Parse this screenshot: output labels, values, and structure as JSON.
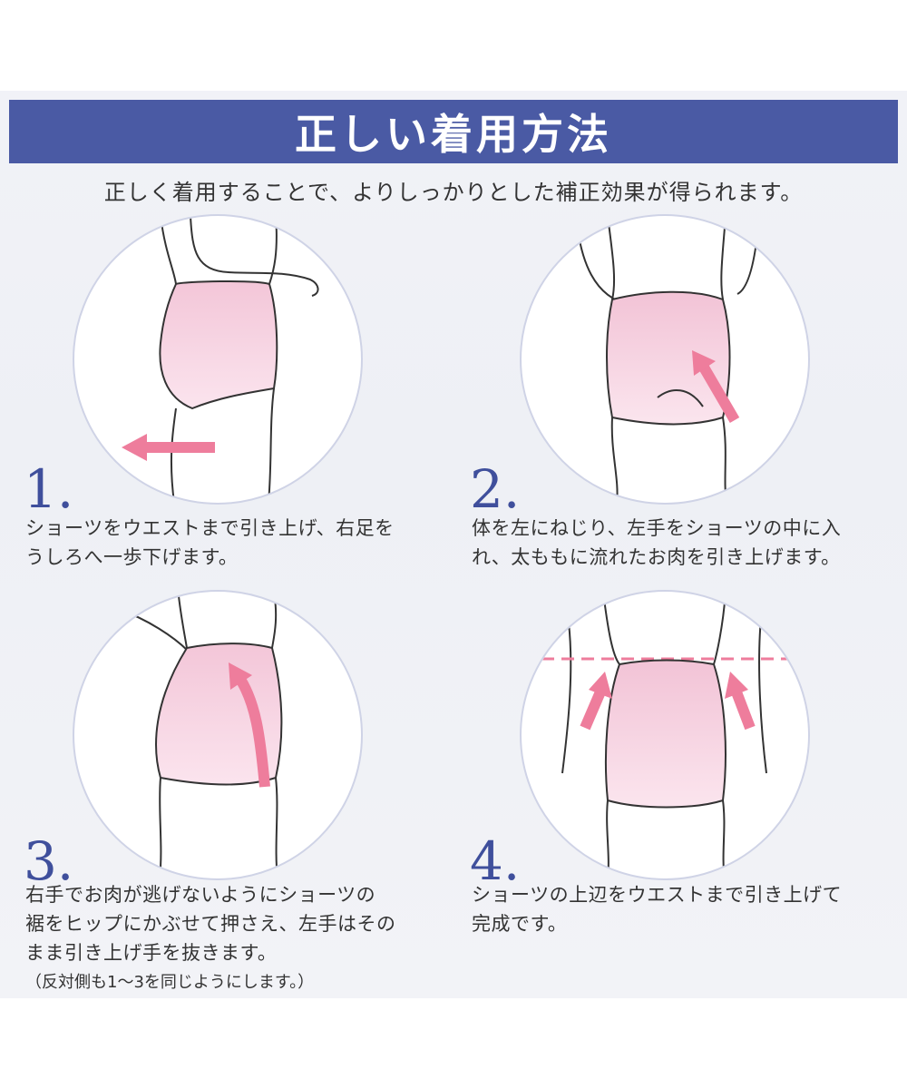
{
  "header": {
    "title": "正しい着用方法",
    "subtitle": "正しく着用することで、よりしっかりとした補正効果が得られます。"
  },
  "steps": [
    {
      "number": "1.",
      "text": "ショーツをウエストまで引き上げ、右足を\nうしろへ一歩下げます。",
      "illustration": "side-view-step-back"
    },
    {
      "number": "2.",
      "text": "体を左にねじり、左手をショーツの中に入\nれ、太ももに流れたお肉を引き上げます。",
      "illustration": "back-view-hand-lift"
    },
    {
      "number": "3.",
      "text": "右手でお肉が逃げないようにショーツの\n裾をヒップにかぶせて押さえ、左手はその\nまま引き上げ手を抜きます。",
      "note": "（反対側も1〜3を同じようにします。）",
      "illustration": "back-view-hip-cover"
    },
    {
      "number": "4.",
      "text": "ショーツの上辺をウエストまで引き上げて\n完成です。",
      "illustration": "back-view-waist-lift"
    }
  ],
  "colors": {
    "banner": "#4a5aa4",
    "step_number": "#3f4f9c",
    "garment_pink": "#f6d3e2",
    "arrow_pink": "#ee7d9c"
  }
}
